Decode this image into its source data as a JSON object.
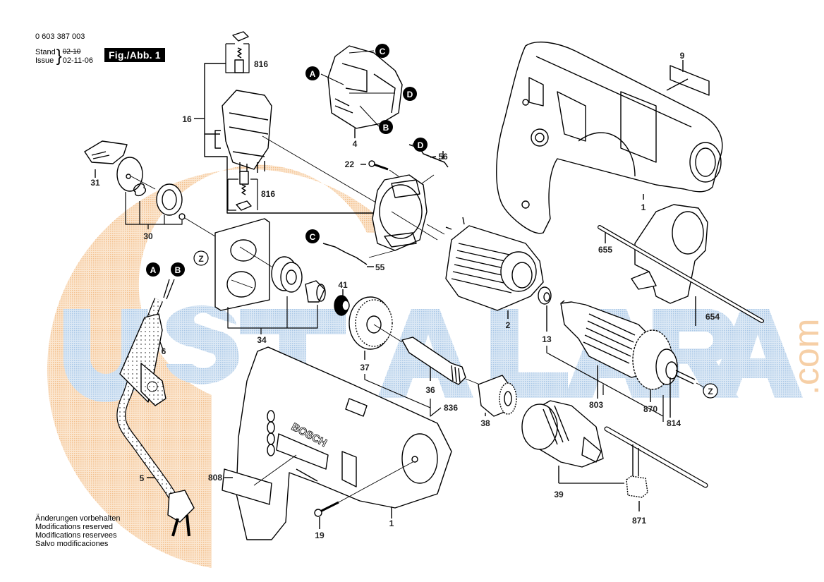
{
  "header": {
    "part_number": "0 603 387 003",
    "stand_label": "Stand",
    "issue_label": "Issue",
    "stand_value_struck": "02-10",
    "issue_value": "02-11-06",
    "figure_badge": "Fig./Abb. 1"
  },
  "notice": {
    "lines": [
      "Änderungen vorbehalten",
      "Modifications reserved",
      "Modifications reservees",
      "Salvo modificaciones"
    ]
  },
  "watermark": {
    "text": "USTALARA",
    "suffix": ".com",
    "circle_color": "#f6cfa6",
    "text_color": "#b9d3ea"
  },
  "callouts": {
    "A": "A",
    "B": "B",
    "C": "C",
    "D": "D",
    "Z": "Z"
  },
  "part_labels": {
    "p816_top": "816",
    "p816_bottom": "816",
    "p16": "16",
    "p4": "4",
    "p9": "9",
    "p31": "31",
    "p30": "30",
    "p22": "22",
    "p56": "56",
    "p55": "55",
    "p1_housing": "1",
    "p655": "655",
    "p654": "654",
    "p41": "41",
    "p34": "34",
    "p2": "2",
    "p13": "13",
    "p6": "6",
    "p37": "37",
    "p36": "36",
    "p836": "836",
    "p38": "38",
    "p803": "803",
    "p870": "870",
    "p814": "814",
    "p5": "5",
    "p808": "808",
    "p39": "39",
    "p19": "19",
    "p1_shell": "1",
    "p871": "871"
  },
  "brand_on_housing": "BOSCH"
}
